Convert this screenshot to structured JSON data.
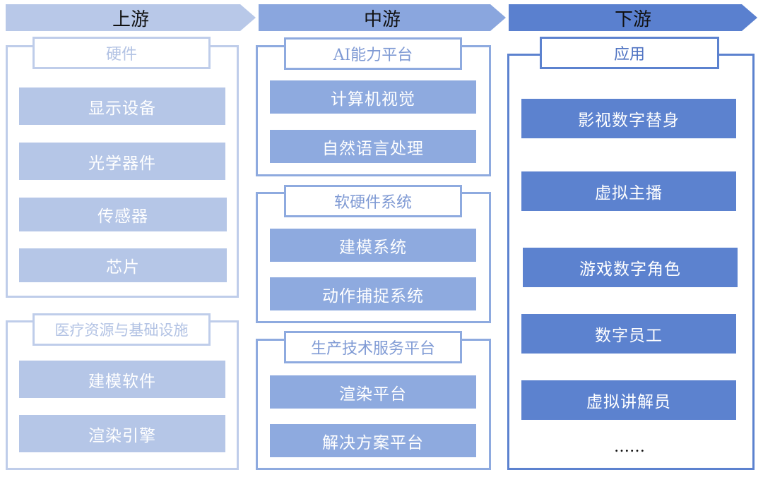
{
  "colors": {
    "upstream": "#b5c6e7",
    "midstream": "#8eaadf",
    "downstream": "#5c82cf"
  },
  "headers": {
    "upstream": "上游",
    "midstream": "中游",
    "downstream": "下游"
  },
  "upstream": {
    "groups": [
      {
        "title": "硬件",
        "items": [
          "显示设备",
          "光学器件",
          "传感器",
          "芯片"
        ]
      },
      {
        "title": "医疗资源与基础设施",
        "items": [
          "建模软件",
          "渲染引擎"
        ]
      }
    ]
  },
  "midstream": {
    "groups": [
      {
        "title": "AI能力平台",
        "items": [
          "计算机视觉",
          "自然语言处理"
        ]
      },
      {
        "title": "软硬件系统",
        "items": [
          "建模系统",
          "动作捕捉系统"
        ]
      },
      {
        "title": "生产技术服务平台",
        "items": [
          "渲染平台",
          "解决方案平台"
        ]
      }
    ]
  },
  "downstream": {
    "groups": [
      {
        "title": "应用",
        "items": [
          "影视数字替身",
          "虚拟主播",
          "游戏数字角色",
          "数字员工",
          "虚拟讲解员"
        ],
        "more": "……"
      }
    ]
  }
}
